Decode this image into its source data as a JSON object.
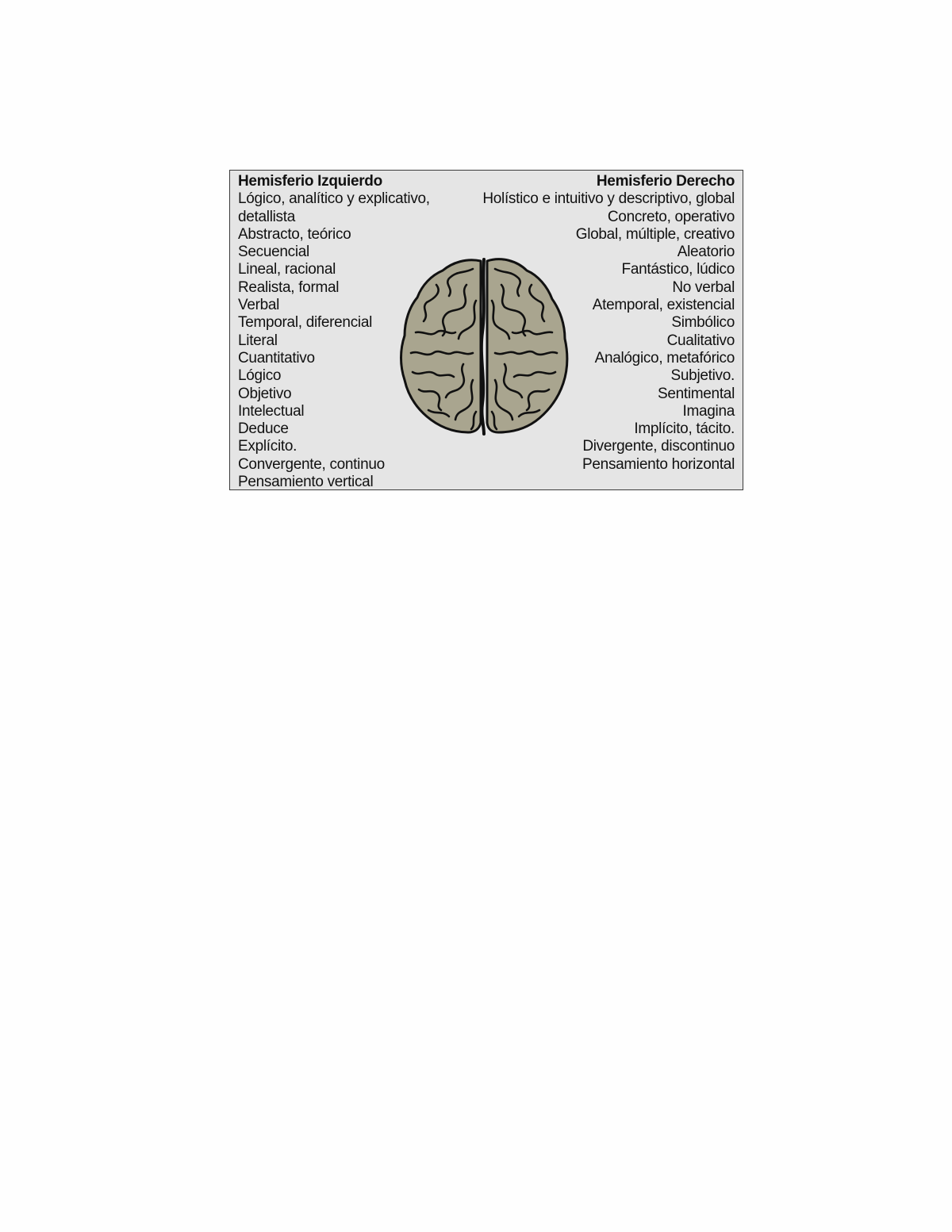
{
  "left_hemisphere": {
    "heading": "Hemisferio Izquierdo",
    "items": [
      "Lógico, analítico y explicativo, detallista",
      "Abstracto, teórico",
      "Secuencial",
      "Lineal, racional",
      "Realista, formal",
      "Verbal",
      "Temporal, diferencial",
      "Literal",
      "Cuantitativo",
      "Lógico",
      "Objetivo",
      "Intelectual",
      "Deduce",
      "Explícito.",
      "Convergente, continuo",
      "Pensamiento vertical"
    ]
  },
  "right_hemisphere": {
    "heading": "Hemisferio Derecho",
    "items": [
      "Holístico e intuitivo y descriptivo, global",
      "Concreto, operativo",
      "Global, múltiple, creativo",
      "Aleatorio",
      "Fantástico, lúdico",
      "No verbal",
      "Atemporal, existencial",
      "Simbólico",
      "Cualitativo",
      "Analógico, metafórico",
      "Subjetivo.",
      "Sentimental",
      "Imagina",
      "Implícito, tácito.",
      "Divergente, discontinuo",
      "Pensamiento horizontal"
    ]
  },
  "colors": {
    "panel_background": "#e5e5e5",
    "brain_fill": "#a9a58f",
    "brain_outline": "#111111"
  },
  "icons": {
    "brain": "brain-icon"
  }
}
